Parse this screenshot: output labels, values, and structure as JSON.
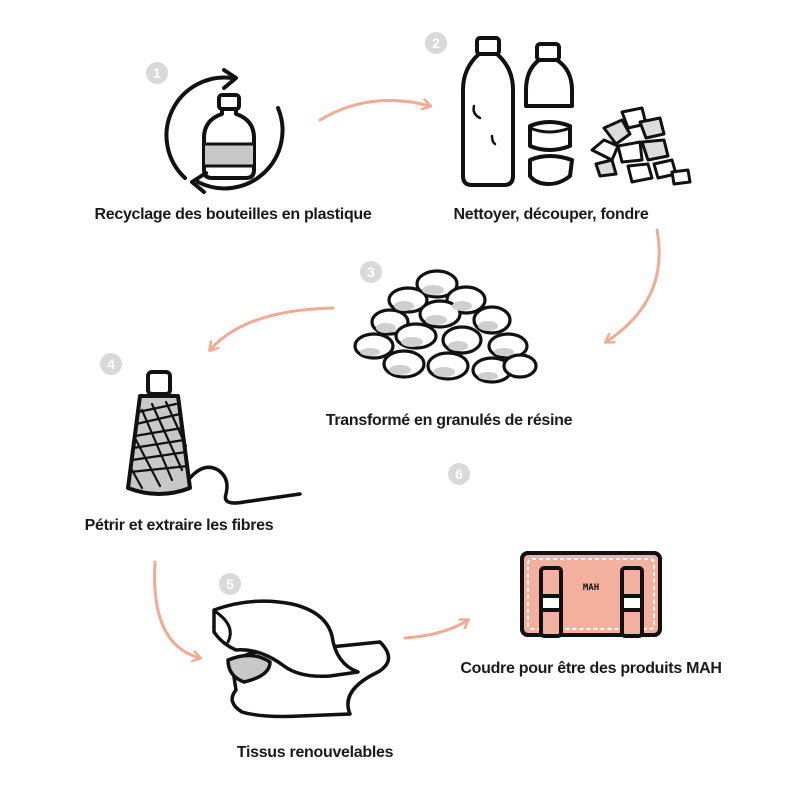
{
  "steps": [
    {
      "number": "1",
      "label": "Recyclage des bouteilles en plastique"
    },
    {
      "number": "2",
      "label": "Nettoyer, découper, fondre"
    },
    {
      "number": "3",
      "label": "Transformé en granulés de résine"
    },
    {
      "number": "4",
      "label": "Pétrir et extraire les fibres"
    },
    {
      "number": "5",
      "label": "Tissus renouvelables"
    },
    {
      "number": "6",
      "label": "Coudre pour être des produits MAH"
    }
  ],
  "bag_logo": "MAH",
  "colors": {
    "arrow": "#f2aa94",
    "badge": "#d9d9d9",
    "ink": "#111111",
    "bag": "#f4b09e",
    "grey": "#c8c8c8"
  }
}
